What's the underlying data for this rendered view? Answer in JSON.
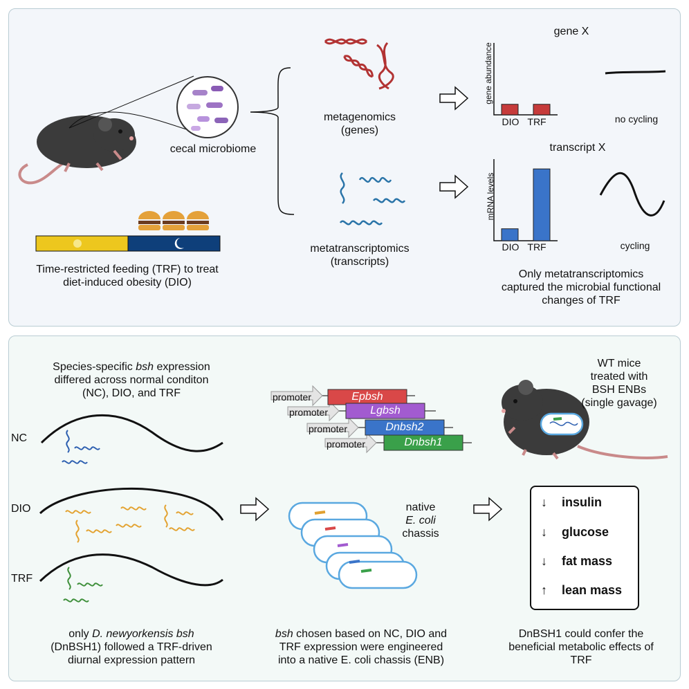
{
  "top": {
    "cecal_label": "cecal microbiome",
    "trf_caption_line1": "Time-restricted feeding (TRF) to treat",
    "trf_caption_line2": "diet-induced obesity (DIO)",
    "metagenomics_line1": "metagenomics",
    "metagenomics_line2": "(genes)",
    "metatranscriptomics_line1": "metatranscriptomics",
    "metatranscriptomics_line2": "(transcripts)",
    "conclusion_line1": "Only metatranscriptomics",
    "conclusion_line2": "captured the microbial functional",
    "conclusion_line3": "changes of TRF",
    "no_cycling": "no cycling",
    "cycling": "cycling"
  },
  "chart_data": [
    {
      "type": "bar",
      "title": "gene X",
      "ylabel": "gene abundance",
      "categories": [
        "DIO",
        "TRF"
      ],
      "values": [
        1,
        1
      ],
      "color": "#c63b3b"
    },
    {
      "type": "bar",
      "title": "transcript X",
      "ylabel": "mRNA levels",
      "categories": [
        "DIO",
        "TRF"
      ],
      "values": [
        1,
        6
      ],
      "color": "#3a74c9"
    }
  ],
  "bottom": {
    "species_line1_pre": "Species-specific ",
    "species_line1_em": "bsh",
    "species_line1_post": " expression",
    "species_line2": "differed across normal conditon",
    "species_line3": "(NC), DIO, and TRF",
    "conditions": [
      "NC",
      "DIO",
      "TRF"
    ],
    "promoter": "promoter",
    "genes": [
      "Epbsh",
      "Lgbsh",
      "Dnbsh2",
      "Dnbsh1"
    ],
    "gene_colors": [
      "#d94848",
      "#a25bd0",
      "#3a74c9",
      "#3aa04a"
    ],
    "wt_line1": "WT mice",
    "wt_line2": "treated with",
    "wt_line3": "BSH ENBs",
    "wt_line4": "(single gavage)",
    "native_line1": "native",
    "native_line2": "E. coli",
    "native_line3": "chassis",
    "effects": [
      {
        "arrow": "↓",
        "label": "insulin"
      },
      {
        "arrow": "↓",
        "label": "glucose"
      },
      {
        "arrow": "↓",
        "label": "fat mass"
      },
      {
        "arrow": "↑",
        "label": "lean mass"
      }
    ],
    "caption1_pre": "only ",
    "caption1_em": "D. newyorkensis bsh",
    "caption1_line2": "(DnBSH1) followed a TRF-driven",
    "caption1_line3": "diurnal expression pattern",
    "caption2_em": "bsh",
    "caption2_line1_post": " chosen based on NC, DIO and",
    "caption2_line2": "TRF expression were engineered",
    "caption2_line3": "into a native E. coli chassis (ENB)",
    "caption3_line1": "DnBSH1 could confer the",
    "caption3_line2": "beneficial metabolic effects of",
    "caption3_line3": "TRF"
  }
}
